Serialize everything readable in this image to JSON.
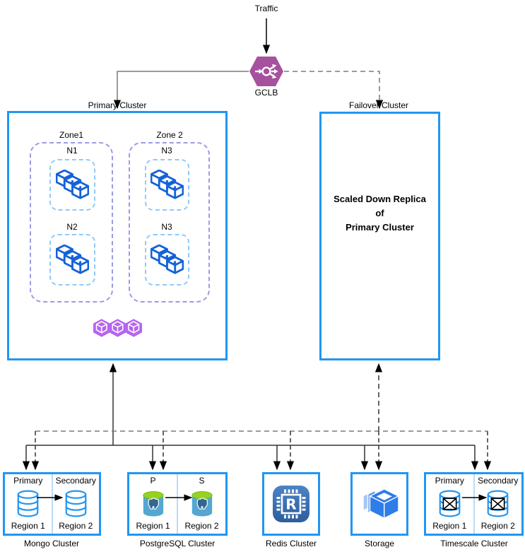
{
  "traffic": {
    "label": "Traffic"
  },
  "gclb": {
    "label": "GCLB"
  },
  "primary": {
    "title": "Primary Cluster",
    "zone1": {
      "label": "Zone1",
      "node1": "N1",
      "node2": "N2"
    },
    "zone2": {
      "label": "Zone 2",
      "node1": "N3",
      "node2": "N3"
    }
  },
  "failover": {
    "title": "Failover Cluster",
    "line1": "Scaled Down Replica",
    "line2": "of",
    "line3": "Primary Cluster"
  },
  "mongo": {
    "title": "Mongo Cluster",
    "left_header": "Primary",
    "right_header": "Secondary",
    "left_region": "Region 1",
    "right_region": "Region 2"
  },
  "postgres": {
    "title": "PostgreSQL Cluster",
    "left_header": "P",
    "right_header": "S",
    "left_region": "Region 1",
    "right_region": "Region 2"
  },
  "redis": {
    "title": "Redis Cluster",
    "icon_letter": "R"
  },
  "storage": {
    "title": "Storage"
  },
  "timescale": {
    "title": "Timescale Cluster",
    "left_header": "Primary",
    "right_header": "Secondary",
    "left_region": "Region 1",
    "right_region": "Region 2"
  },
  "colors": {
    "cluster_border": "#2196F3",
    "zone_border": "#9B9BE8",
    "node_border": "#90CAF9",
    "divider": "#BBDCF8",
    "gclb_purple": "#A5519E",
    "pod_blue": "#1462D8",
    "hex_purple": "#B765F0",
    "redis_blue": "#3A6FB0",
    "storage_blue": "#2E7DE8",
    "postgres_body": "#54A7D2",
    "postgres_top": "#97D221",
    "postgres_elephant": "#336791",
    "line_gray": "#7A7A7A",
    "line_black": "#333333"
  }
}
